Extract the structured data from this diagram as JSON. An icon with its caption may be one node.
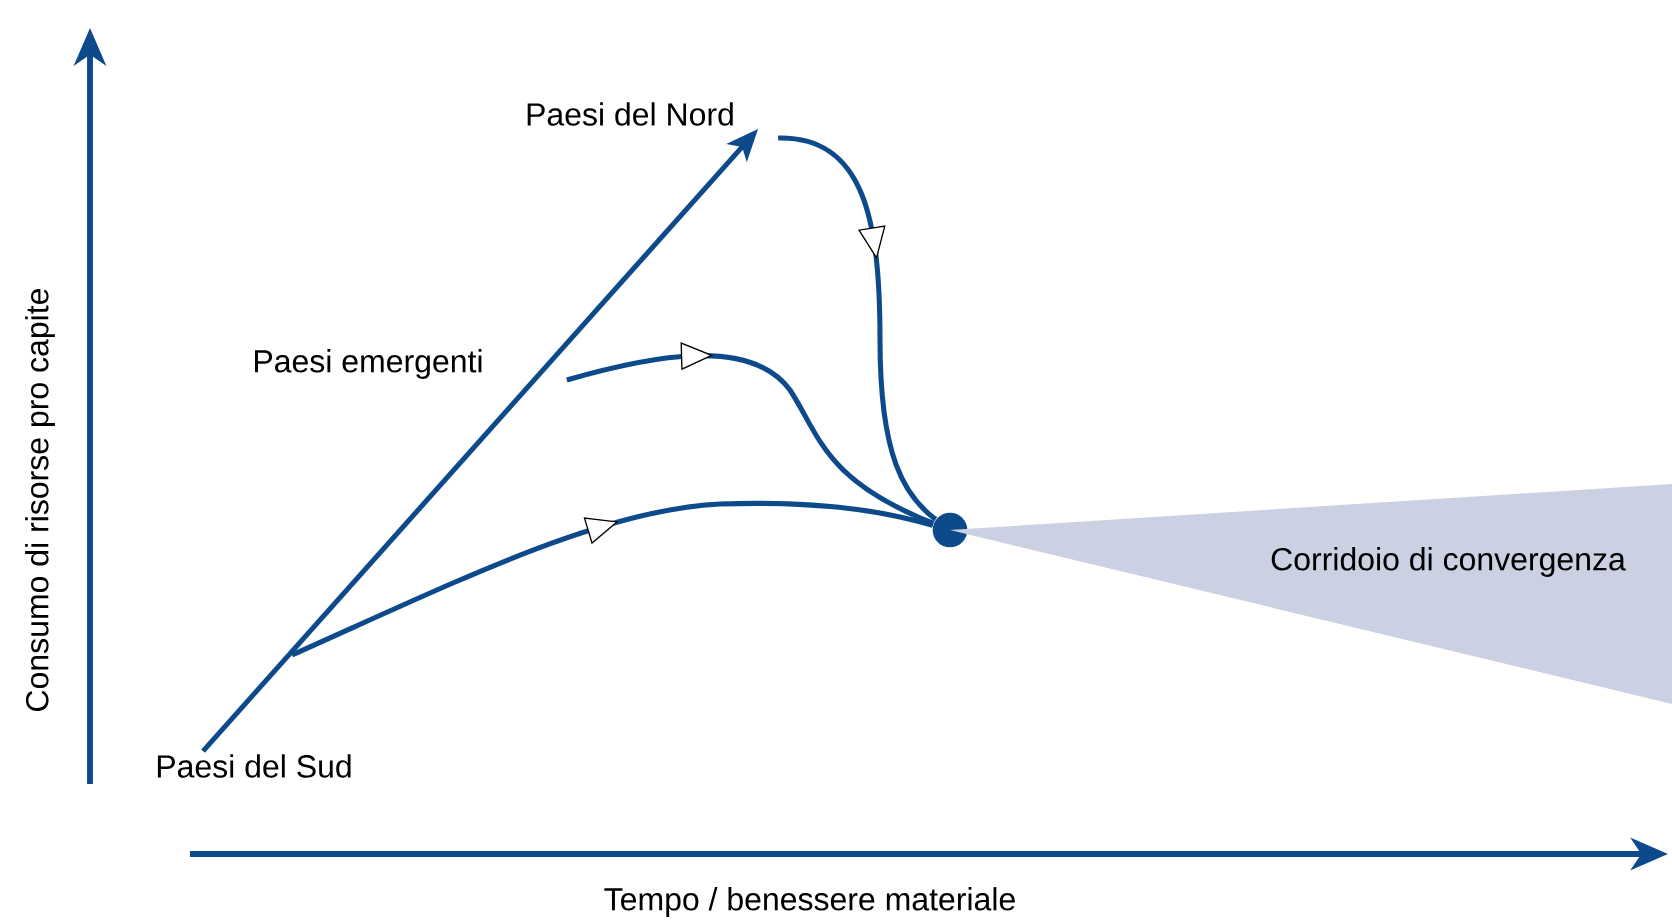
{
  "diagram": {
    "nodes": [
      {
        "text": [
          "Paesi del Sud"
        ]
      },
      {
        "text": [
          "Paesi del Nord"
        ]
      },
      {
        "text": [
          "Paesi emergenti"
        ]
      },
      {
        "text": [],
        "shape": "circle"
      },
      {
        "text": [
          "Corridoio di convergenza"
        ]
      }
    ],
    "edges": [
      {
        "from": 0,
        "to": 1,
        "arrow": "to"
      },
      {
        "from": 1,
        "to": 3,
        "arrow": "to"
      },
      {
        "from": 2,
        "to": 3,
        "arrow": "to"
      },
      {
        "from": 0,
        "to": 3,
        "arrow": "to"
      }
    ],
    "labels": [
      "Consumo di risorse pro capite",
      "Tempo / benessere materiale"
    ]
  }
}
